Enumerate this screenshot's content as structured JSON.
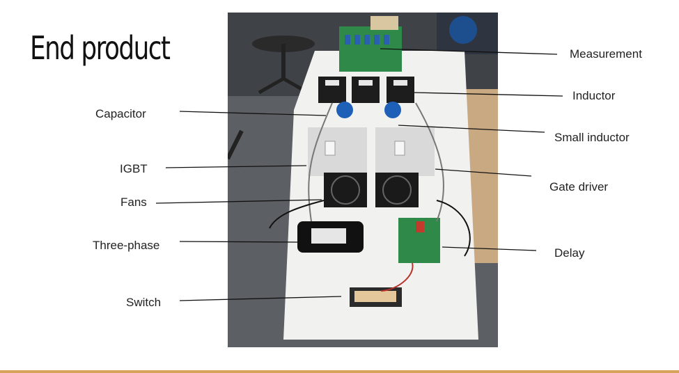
{
  "slide": {
    "title": "End product"
  },
  "labels": {
    "measurement": "Measurement",
    "inductor": "Inductor",
    "capacitor": "Capacitor",
    "small_inductor": "Small inductor",
    "igbt": "IGBT",
    "gate_driver": "Gate driver",
    "fans": "Fans",
    "three_phase": "Three-phase",
    "delay": "Delay",
    "switch": "Switch"
  },
  "colors": {
    "footer_accent": "#d6a35a",
    "leader_line": "#111111"
  }
}
